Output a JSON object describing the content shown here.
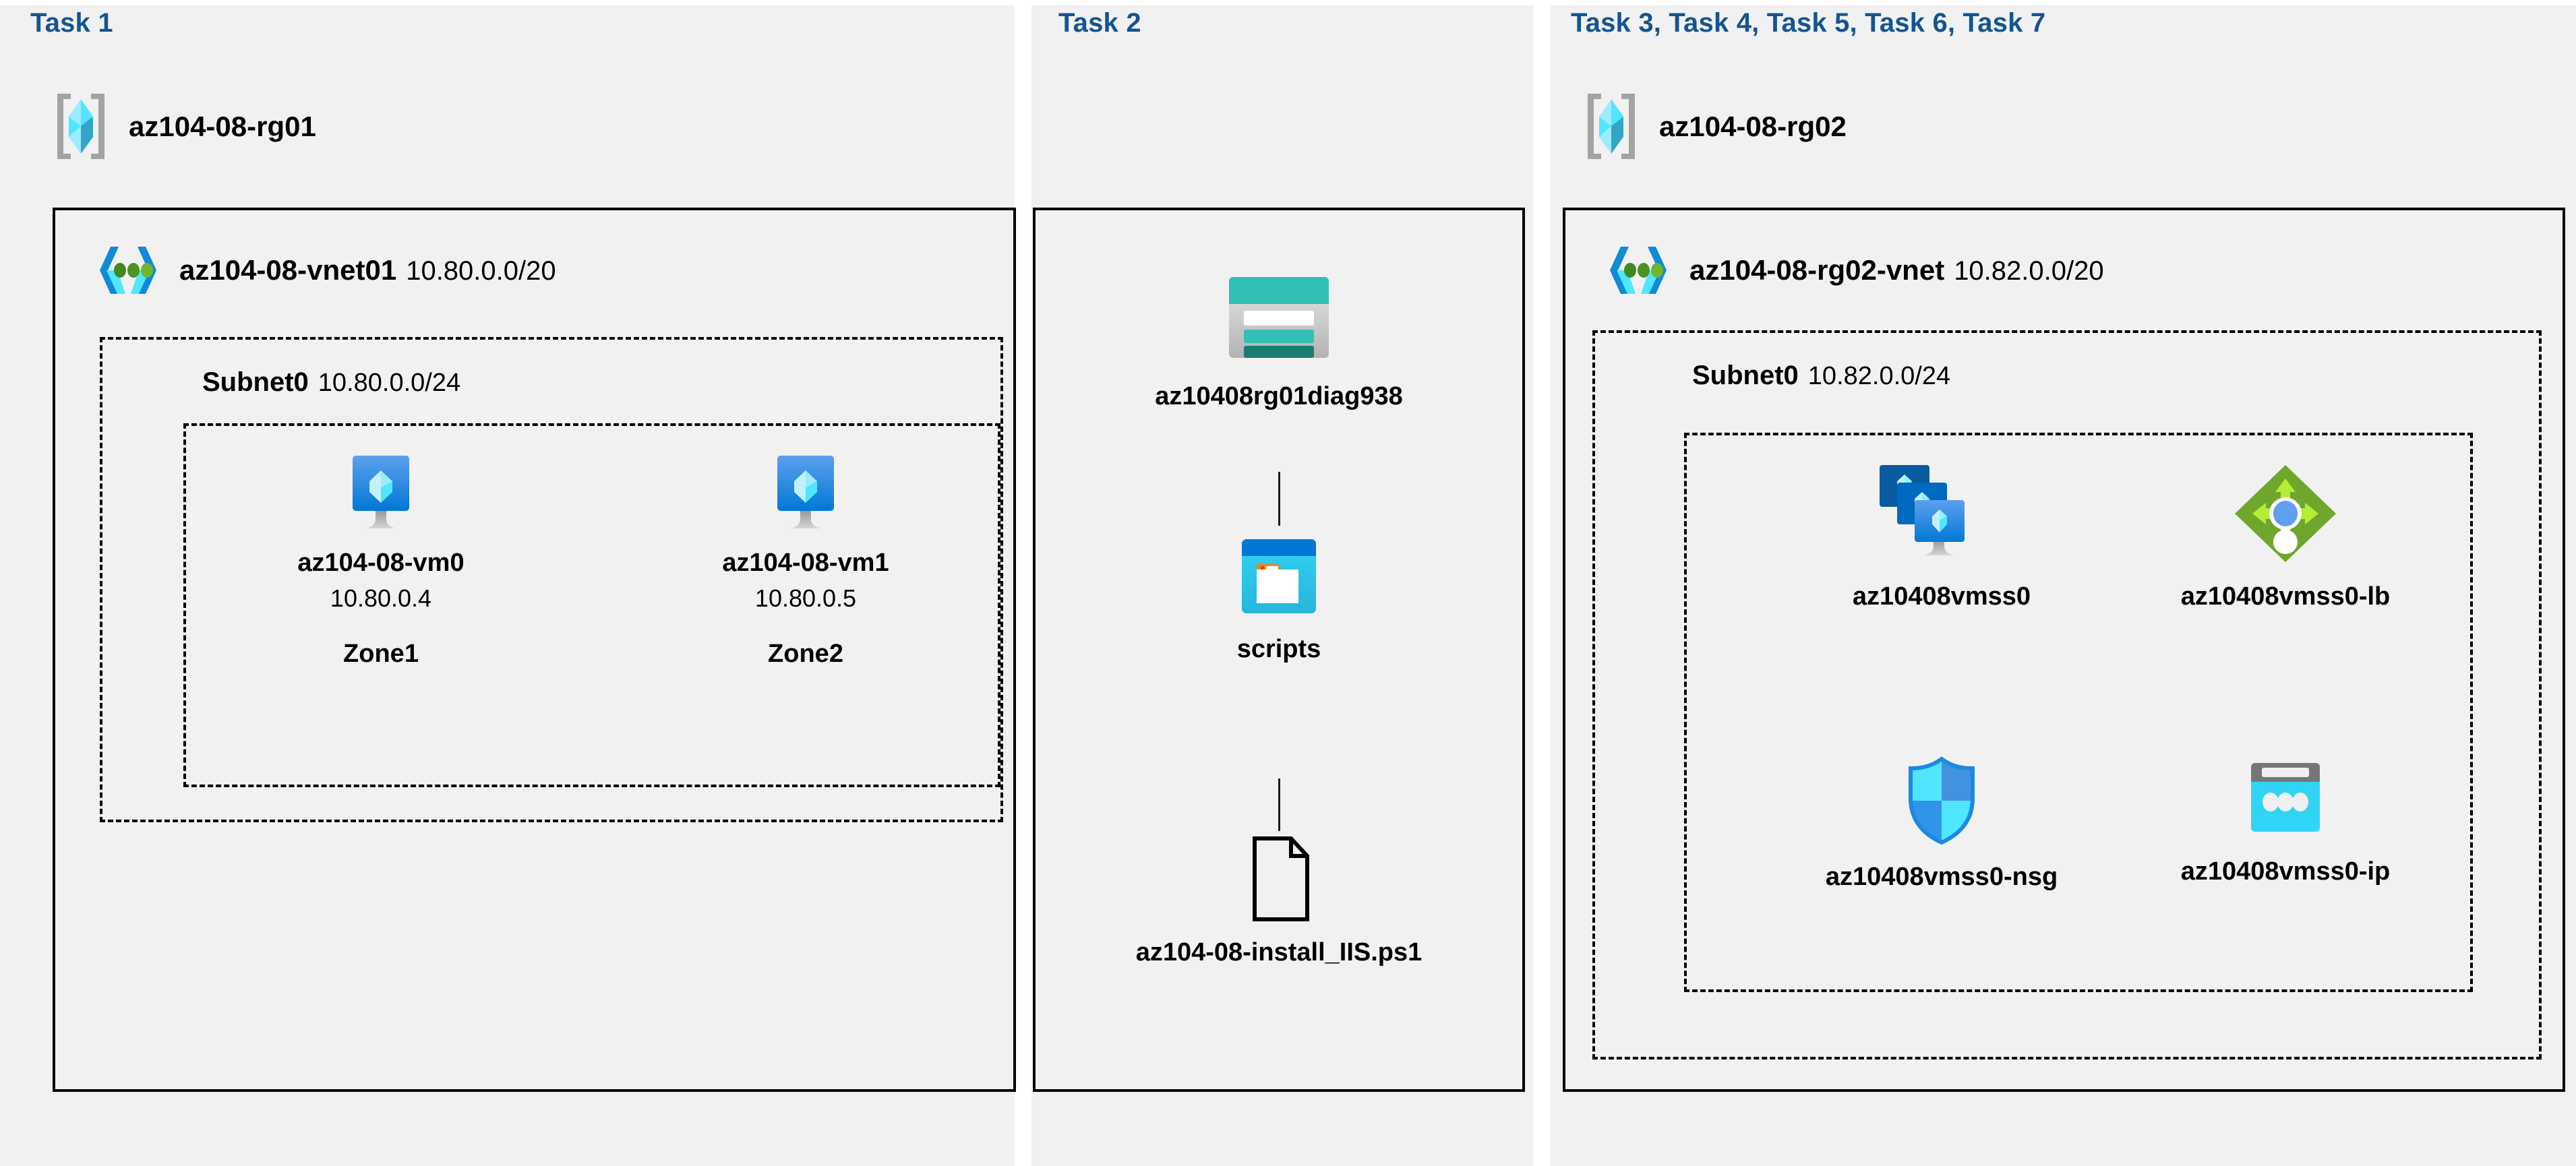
{
  "panels": {
    "task1": {
      "title": "Task 1",
      "resource_group": {
        "name": "az104-08-rg01",
        "icon": "resource-group-icon"
      },
      "vnet": {
        "name": "az104-08-vnet01",
        "cidr": "10.80.0.0/20",
        "icon": "virtual-network-icon"
      },
      "subnet": {
        "name": "Subnet0",
        "cidr": "10.80.0.0/24"
      },
      "vms": [
        {
          "name": "az104-08-vm0",
          "ip": "10.80.0.4",
          "zone": "Zone1",
          "icon": "virtual-machine-icon"
        },
        {
          "name": "az104-08-vm1",
          "ip": "10.80.0.5",
          "zone": "Zone2",
          "icon": "virtual-machine-icon"
        }
      ]
    },
    "task2": {
      "title": "Task 2",
      "nodes": [
        {
          "name": "az10408rg01diag938",
          "icon": "storage-account-icon"
        },
        {
          "name": "scripts",
          "icon": "blob-container-icon"
        },
        {
          "name": "az104-08-install_IIS.ps1",
          "icon": "file-document-icon"
        }
      ]
    },
    "task3": {
      "title": "Task 3, Task 4, Task 5, Task 6, Task 7",
      "resource_group": {
        "name": "az104-08-rg02",
        "icon": "resource-group-icon"
      },
      "vnet": {
        "name": "az104-08-rg02-vnet",
        "cidr": "10.82.0.0/20",
        "icon": "virtual-network-icon"
      },
      "subnet": {
        "name": "Subnet0",
        "cidr": "10.82.0.0/24"
      },
      "resources": [
        {
          "name": "az10408vmss0",
          "icon": "vm-scale-set-icon"
        },
        {
          "name": "az10408vmss0-lb",
          "icon": "load-balancer-icon"
        },
        {
          "name": "az10408vmss0-nsg",
          "icon": "network-security-group-icon"
        },
        {
          "name": "az10408vmss0-ip",
          "icon": "public-ip-address-icon"
        }
      ]
    }
  },
  "colors": {
    "task_title": "#14558f",
    "panel_background": "#f1f1f1",
    "border": "#000000",
    "azure_blue": "#0078d4",
    "azure_cyan": "#50e6ff",
    "storage_teal": "#32bfb6",
    "lb_green": "#76bc2d",
    "nsg_blue": "#32bfff"
  }
}
